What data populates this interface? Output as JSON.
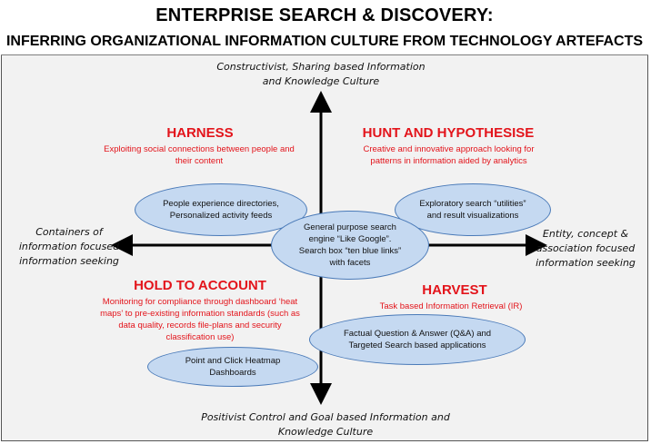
{
  "title": {
    "line1": "ENTERPRISE SEARCH & DISCOVERY:",
    "line2": "INFERRING ORGANIZATIONAL INFORMATION CULTURE FROM TECHNOLOGY ARTEFACTS"
  },
  "axes": {
    "top": "Constructivist, Sharing based Information and Knowledge Culture",
    "bottom": "Positivist Control and Goal based Information and Knowledge Culture",
    "left": "Containers of information focused information seeking",
    "right": "Entity, concept & association focused information seeking"
  },
  "quadrants": {
    "top_left": {
      "title": "HARNESS",
      "desc": "Exploiting social connections between people and their content"
    },
    "top_right": {
      "title": "HUNT AND HYPOTHESISE",
      "desc": "Creative and innovative approach looking for patterns in information aided by analytics"
    },
    "bottom_left": {
      "title": "HOLD TO ACCOUNT",
      "desc": "Monitoring for compliance through dashboard ‘heat maps’ to pre-existing information standards (such as data quality, records file-plans and security classification use)"
    },
    "bottom_right": {
      "title": "HARVEST",
      "desc": "Task based Information Retrieval (IR)"
    }
  },
  "ellipses": {
    "people": "People experience directories, Personalized activity feeds",
    "exploratory": "Exploratory search “utilities” and result visualizations",
    "general": "General purpose search engine “Like Google”. Search box “ten blue links” with facets",
    "factual": "Factual Question & Answer (Q&A) and Targeted Search based applications",
    "heatmap": "Point and Click Heatmap Dashboards"
  },
  "colors": {
    "quadrant_text": "#e3141b",
    "ellipse_fill": "#c5d9f1",
    "ellipse_border": "#4a7ab8",
    "panel_bg": "#f2f2f2"
  }
}
